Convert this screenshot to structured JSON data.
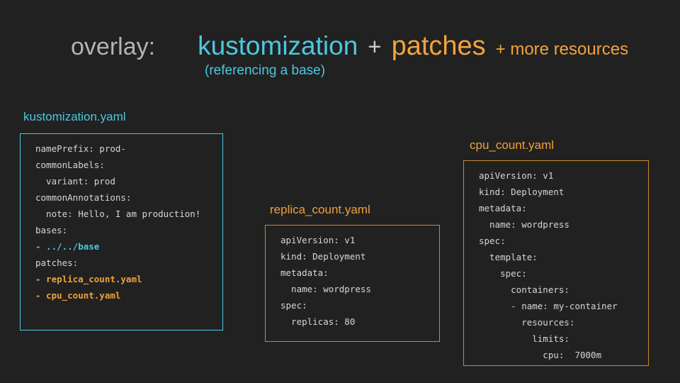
{
  "background": "#212121",
  "title": {
    "overlay": "overlay:",
    "kustomization": "kustomization",
    "plus": "+",
    "patches": "patches",
    "more_resources": "+ more resources",
    "subtitle": "(referencing a base)"
  },
  "colors": {
    "cyan_accent": "#4cc8e0",
    "orange_accent": "#f2a33c",
    "orange_border": "#c9892e",
    "title_gray": "#b3b3b3",
    "code_text": "#d6d6d6"
  },
  "panels": [
    {
      "id": "kustomization-yaml",
      "label": "kustomization.yaml",
      "accent": "cyan",
      "code": [
        {
          "text": "namePrefix: prod-"
        },
        {
          "text": "commonLabels:"
        },
        {
          "text": "  variant: prod"
        },
        {
          "text": "commonAnnotations:"
        },
        {
          "text": "  note: Hello, I am production!"
        },
        {
          "text": "bases:"
        },
        {
          "text": "- ../../base",
          "color": "cyan",
          "bold": true
        },
        {
          "text": "patches:"
        },
        {
          "text": "- replica_count.yaml",
          "color": "orange",
          "bold": true
        },
        {
          "text": "- cpu_count.yaml",
          "color": "orange",
          "bold": true
        }
      ]
    },
    {
      "id": "replica-count-yaml",
      "label": "replica_count.yaml",
      "accent": "orange",
      "code": [
        {
          "text": "apiVersion: v1"
        },
        {
          "text": "kind: Deployment"
        },
        {
          "text": "metadata:"
        },
        {
          "text": "  name: wordpress"
        },
        {
          "text": "spec:"
        },
        {
          "text": "  replicas: 80"
        }
      ]
    },
    {
      "id": "cpu-count-yaml",
      "label": "cpu_count.yaml",
      "accent": "orange",
      "code": [
        {
          "text": "apiVersion: v1"
        },
        {
          "text": "kind: Deployment"
        },
        {
          "text": "metadata:"
        },
        {
          "text": "  name: wordpress"
        },
        {
          "text": "spec:"
        },
        {
          "text": "  template:"
        },
        {
          "text": "    spec:"
        },
        {
          "text": "      containers:"
        },
        {
          "text": "      - name: my-container"
        },
        {
          "text": "        resources:"
        },
        {
          "text": "          limits:"
        },
        {
          "text": "            cpu:  7000m"
        }
      ]
    }
  ]
}
